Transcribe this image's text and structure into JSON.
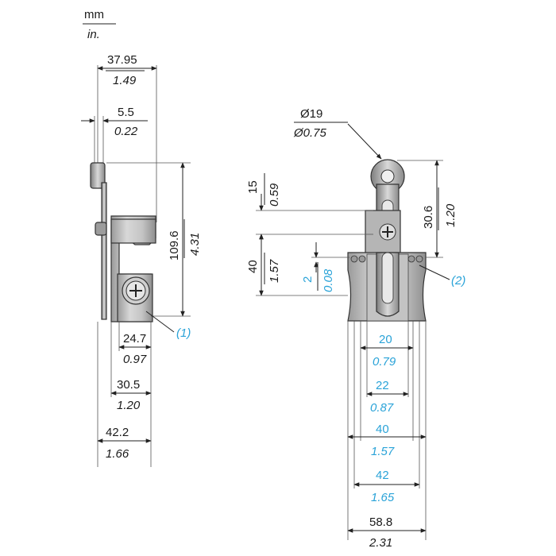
{
  "units": {
    "primary": "mm",
    "secondary": "in."
  },
  "side_view": {
    "dims": {
      "overall_width": {
        "mm": "37.95",
        "in": "1.49"
      },
      "lever_thickness": {
        "mm": "5.5",
        "in": "0.22"
      },
      "height": {
        "mm": "109.6",
        "in": "4.31"
      },
      "d24": {
        "mm": "24.7",
        "in": "0.97"
      },
      "d30": {
        "mm": "30.5",
        "in": "1.20"
      },
      "d42": {
        "mm": "42.2",
        "in": "1.66"
      }
    },
    "callout": "(1)"
  },
  "front_view": {
    "roller_dia": {
      "mm": "Ø19",
      "in": "Ø0.75"
    },
    "dims": {
      "top_offset": {
        "mm": "15",
        "in": "0.59"
      },
      "lever_height": {
        "mm": "40",
        "in": "1.57"
      },
      "small_offset": {
        "mm": "2",
        "in": "0.08"
      },
      "roller_height": {
        "mm": "30.6",
        "in": "1.20"
      },
      "w20": {
        "mm": "20",
        "in": "0.79"
      },
      "w22": {
        "mm": "22",
        "in": "0.87"
      },
      "w40": {
        "mm": "40",
        "in": "1.57"
      },
      "w42": {
        "mm": "42",
        "in": "1.65"
      },
      "w58": {
        "mm": "58.8",
        "in": "2.31"
      }
    },
    "callout": "(2)"
  },
  "colors": {
    "annotation_cyan": "#2aa3d8",
    "line": "#222222",
    "body_gray": "#c8c8c8"
  }
}
